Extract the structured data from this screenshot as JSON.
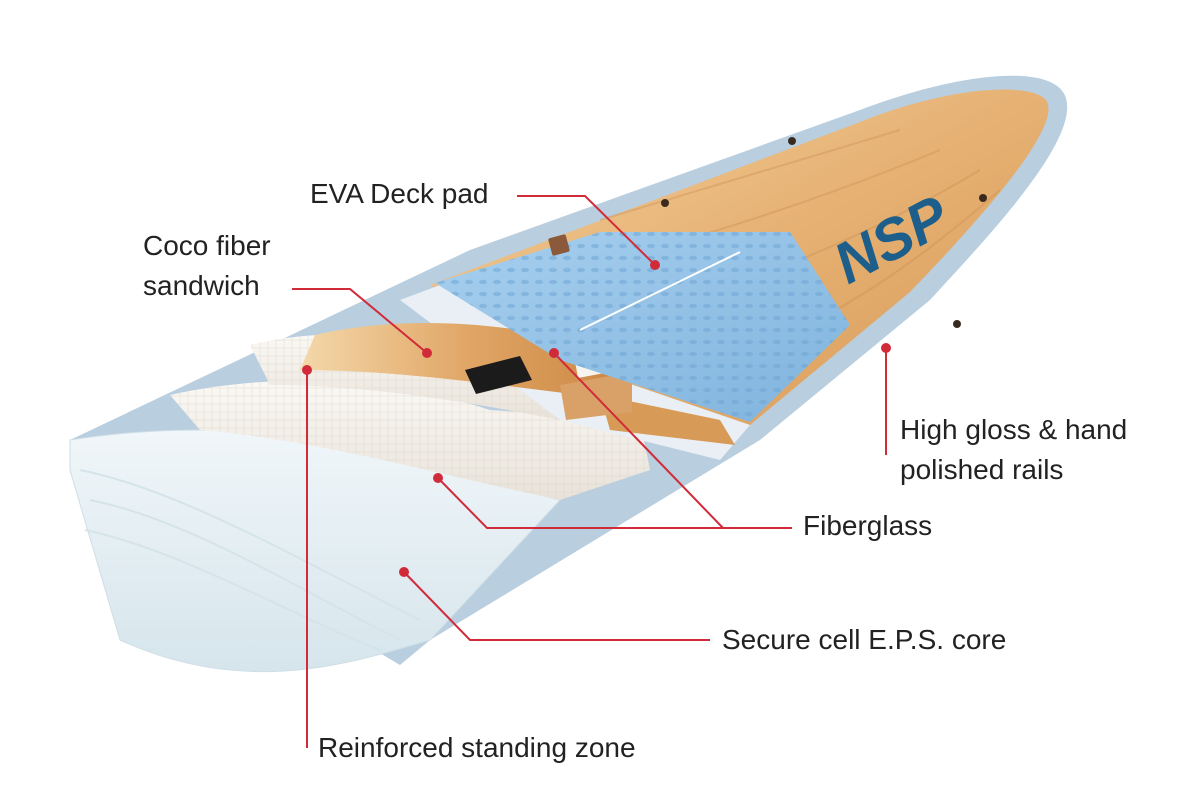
{
  "colors": {
    "callout": "#d12b3a",
    "wood": "#e0a565",
    "wood_light": "#f1cf9d",
    "deck_pad": "#8ebee4",
    "rail": "#b9cedf",
    "core": "#e3eef3",
    "glass": "#f1ede6",
    "logo": "#1d5f8a",
    "logo_accent": "#2bb7b3"
  },
  "board": {
    "logo_text": "NSP"
  },
  "labels": {
    "eva_deck_pad": "EVA Deck pad",
    "coco_fiber_line1": "Coco fiber",
    "coco_fiber_line2": "sandwich",
    "rails_line1": "High gloss & hand",
    "rails_line2": "polished rails",
    "fiberglass": "Fiberglass",
    "core": "Secure cell E.P.S. core",
    "standing_zone": "Reinforced standing zone"
  }
}
